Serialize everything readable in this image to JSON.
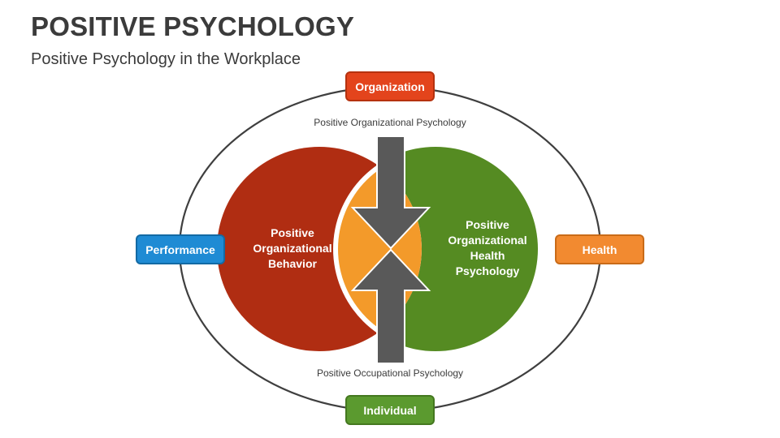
{
  "header": {
    "title": "POSITIVE PSYCHOLOGY",
    "subtitle": "Positive Psychology in the Workplace"
  },
  "diagram": {
    "outer_boxes": {
      "top": "Organization",
      "bottom": "Individual",
      "left": "Performance",
      "right": "Health"
    },
    "ring_labels": {
      "top": "Positive Organizational Psychology",
      "bottom": "Positive Occupational Psychology"
    },
    "left_circle": {
      "lines": [
        "Positive",
        "Organizational",
        "Behavior"
      ]
    },
    "right_circle": {
      "lines": [
        "Positive",
        "Organizational",
        "Health",
        "Psychology"
      ]
    }
  },
  "colors": {
    "organization": "#e3441c",
    "individual": "#5b9a2f",
    "performance": "#1f8bd4",
    "health": "#f28a30",
    "left_circle": "#b02d12",
    "right_circle": "#558b22",
    "overlap": "#f39a2a",
    "arrows": "#595959"
  }
}
